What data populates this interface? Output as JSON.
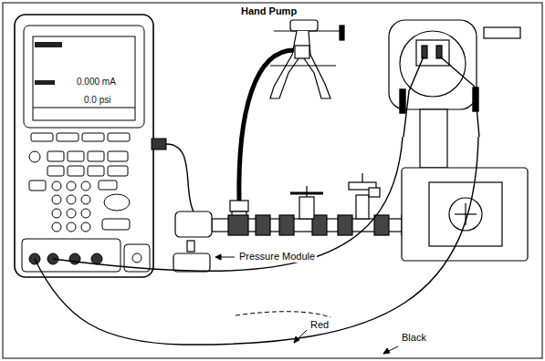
{
  "diagram": {
    "labels": [
      "Hand Pump",
      "0.000 mA",
      "0.0 psi",
      "Pressure Module",
      "Red",
      "Black"
    ]
  }
}
